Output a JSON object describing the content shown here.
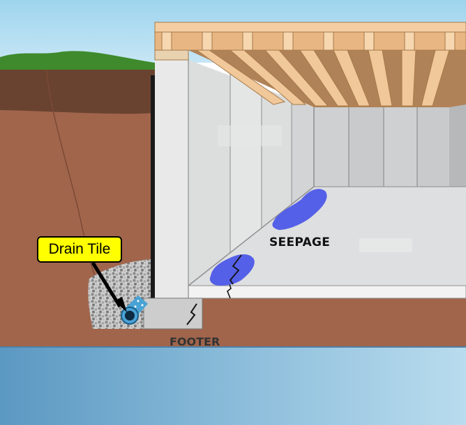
{
  "labels": {
    "drain_tile": "Drain Tile",
    "seepage": "SEEPAGE",
    "footer": "FOOTER"
  },
  "colors": {
    "sky": "#a9d9ef",
    "grass": "#3f8a2c",
    "soil": "#a1654c",
    "water": "#6aa3c8",
    "label_bg": "#ffff00",
    "seepage": "#5560e8",
    "lumber": "#f0c89a"
  }
}
